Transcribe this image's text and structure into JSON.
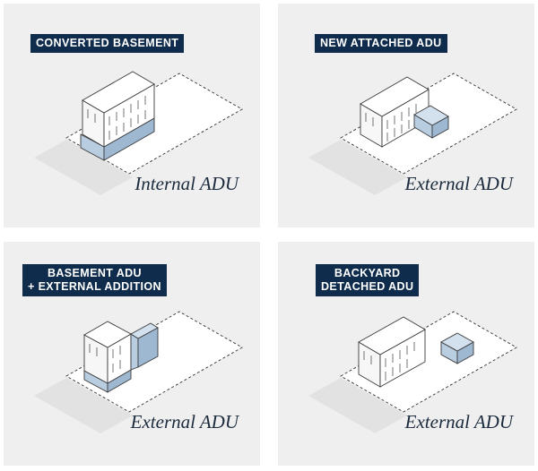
{
  "panels": [
    {
      "tag_lines": [
        "CONVERTED BASEMENT"
      ],
      "caption": "Internal ADU"
    },
    {
      "tag_lines": [
        "NEW ATTACHED ADU"
      ],
      "caption": "External ADU"
    },
    {
      "tag_lines": [
        "BASEMENT ADU",
        "+ EXTERNAL ADDITION"
      ],
      "caption": "External ADU"
    },
    {
      "tag_lines": [
        "BACKYARD",
        "DETACHED ADU"
      ],
      "caption": "External ADU"
    }
  ],
  "colors": {
    "panel_bg": "#efefef",
    "tag_bg": "#0f2c4c",
    "tag_text": "#ffffff",
    "adu_fill": "#b9cde1",
    "caption_text": "#1b2a3c"
  }
}
